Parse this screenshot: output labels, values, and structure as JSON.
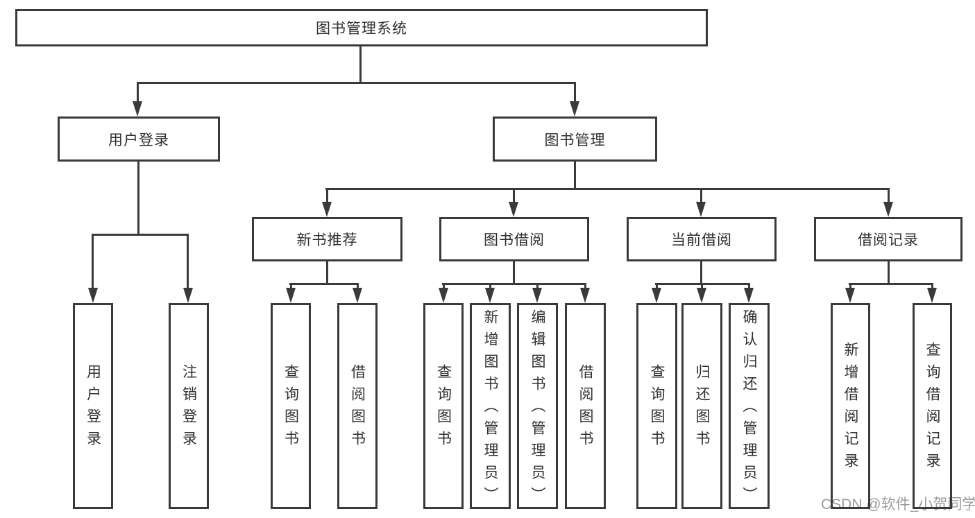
{
  "diagram": {
    "title": "图书管理系统",
    "tree": {
      "root": "图书管理系统",
      "branches": [
        {
          "label": "用户登录",
          "children": [
            "用户登录",
            "注销登录"
          ]
        },
        {
          "label": "图书管理",
          "groups": [
            {
              "label": "新书推荐",
              "children": [
                "查询图书",
                "借阅图书"
              ]
            },
            {
              "label": "图书借阅",
              "children": [
                "查询图书",
                "新增图书（管理员）",
                "编辑图书（管理员）",
                "借阅图书"
              ]
            },
            {
              "label": "当前借阅",
              "children": [
                "查询图书",
                "归还图书",
                "确认归还（管理员）"
              ]
            },
            {
              "label": "借阅记录",
              "children": [
                "新增借阅记录",
                "查询借阅记录"
              ]
            }
          ]
        }
      ]
    },
    "colors": {
      "line": "#3a3a3a",
      "text": "#2f2f2f",
      "background": "#ffffff",
      "watermark": "#9b9b9b"
    }
  },
  "watermark": {
    "text": "CSDN @软件_小贺同学"
  }
}
